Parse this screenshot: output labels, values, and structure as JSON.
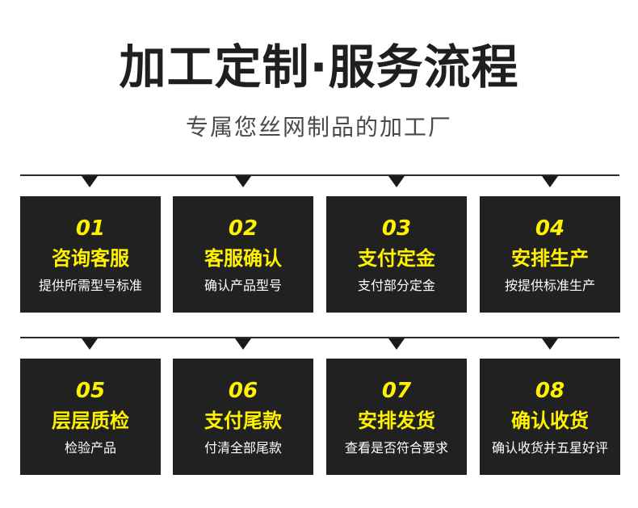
{
  "header": {
    "title": "加工定制·服务流程",
    "subtitle": "专属您丝网制品的加工厂"
  },
  "colors": {
    "card_bg": "#212121",
    "accent": "#fff200",
    "text_light": "#ffffff",
    "title": "#1f1f1f"
  },
  "steps": [
    {
      "num": "01",
      "title": "咨询客服",
      "desc": "提供所需型号标准"
    },
    {
      "num": "02",
      "title": "客服确认",
      "desc": "确认产品型号"
    },
    {
      "num": "03",
      "title": "支付定金",
      "desc": "支付部分定金"
    },
    {
      "num": "04",
      "title": "安排生产",
      "desc": "按提供标准生产"
    },
    {
      "num": "05",
      "title": "层层质检",
      "desc": "检验产品"
    },
    {
      "num": "06",
      "title": "支付尾款",
      "desc": "付清全部尾款"
    },
    {
      "num": "07",
      "title": "安排发货",
      "desc": "查看是否符合要求"
    },
    {
      "num": "08",
      "title": "确认收货",
      "desc": "确认收货并五星好评"
    }
  ]
}
